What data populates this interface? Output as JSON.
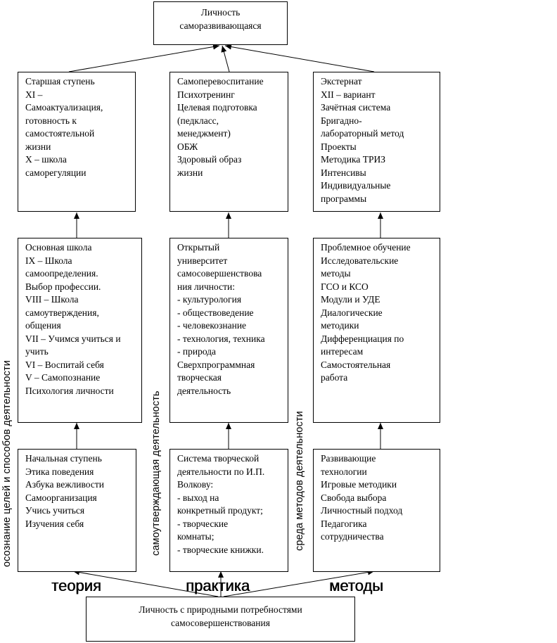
{
  "top_box": {
    "lines": [
      "Личность",
      "саморазвивающаяся"
    ]
  },
  "bottom_box": {
    "lines": [
      "Личность  с природными потребностями",
      "самосовершенствования"
    ]
  },
  "columns": [
    {
      "vertical_label": "осознание целей и способов деятельности",
      "bottom_label": "теория",
      "boxes": [
        {
          "lines": [
            "Старшая ступень",
            "XI –",
            "Самоактуализация,",
            "готовность к",
            "самостоятельной",
            "жизни",
            "X – школа",
            "саморегуляции"
          ]
        },
        {
          "lines": [
            "Основная школа",
            "IX – Школа",
            "самоопределения.",
            "Выбор профессии.",
            "VIII – Школа",
            "самоутверждения,",
            "общения",
            "VII – Учимся учиться и",
            "учить",
            "VI – Воспитай себя",
            "V – Самопознание",
            "Психология личности"
          ]
        },
        {
          "lines": [
            "Начальная ступень",
            "Этика поведения",
            "Азбука вежливости",
            "Самоорганизация",
            "Учись учиться",
            "Изучения себя"
          ]
        }
      ]
    },
    {
      "vertical_label": "самоутверждающая деятельность",
      "bottom_label": "практика",
      "boxes": [
        {
          "lines": [
            "Самоперевоспитание",
            "Психотренинг",
            "Целевая подготовка",
            "(педкласс,",
            "менеджмент)",
            "ОБЖ",
            "Здоровый образ",
            "жизни"
          ]
        },
        {
          "lines": [
            "Открытый",
            "университет",
            "самосовершенствова",
            "ния личности:",
            "- культурология",
            "- обществоведение",
            "- человекознание",
            "- технология, техника",
            "- природа",
            "Сверхпрограммная",
            "творческая",
            "деятельность"
          ]
        },
        {
          "lines": [
            "Система творческой",
            "деятельности по И.П.",
            "Волкову:",
            "- выход на",
            "конкретный продукт;",
            "- творческие",
            "комнаты;",
            "- творческие книжки."
          ]
        }
      ]
    },
    {
      "vertical_label": "среда методов деятельности",
      "bottom_label": "методы",
      "boxes": [
        {
          "lines": [
            "Экстернат",
            "XII – вариант",
            "Зачётная система",
            "Бригадно-",
            "лабораторный метод",
            "Проекты",
            "Методика ТРИЗ",
            "Интенсивы",
            "Индивидуальные",
            "программы"
          ]
        },
        {
          "lines": [
            "Проблемное обучение",
            "Исследовательские",
            "методы",
            "ГСО и КСО",
            "Модули и УДЕ",
            "Диалогические",
            "методики",
            "Дифференциация по",
            "интересам",
            "Самостоятельная",
            "работа"
          ]
        },
        {
          "lines": [
            "Развивающие",
            "технологии",
            "Игровые методики",
            "Свобода выбора",
            "Личностный подход",
            "Педагогика",
            "сотрудничества"
          ]
        }
      ]
    }
  ]
}
